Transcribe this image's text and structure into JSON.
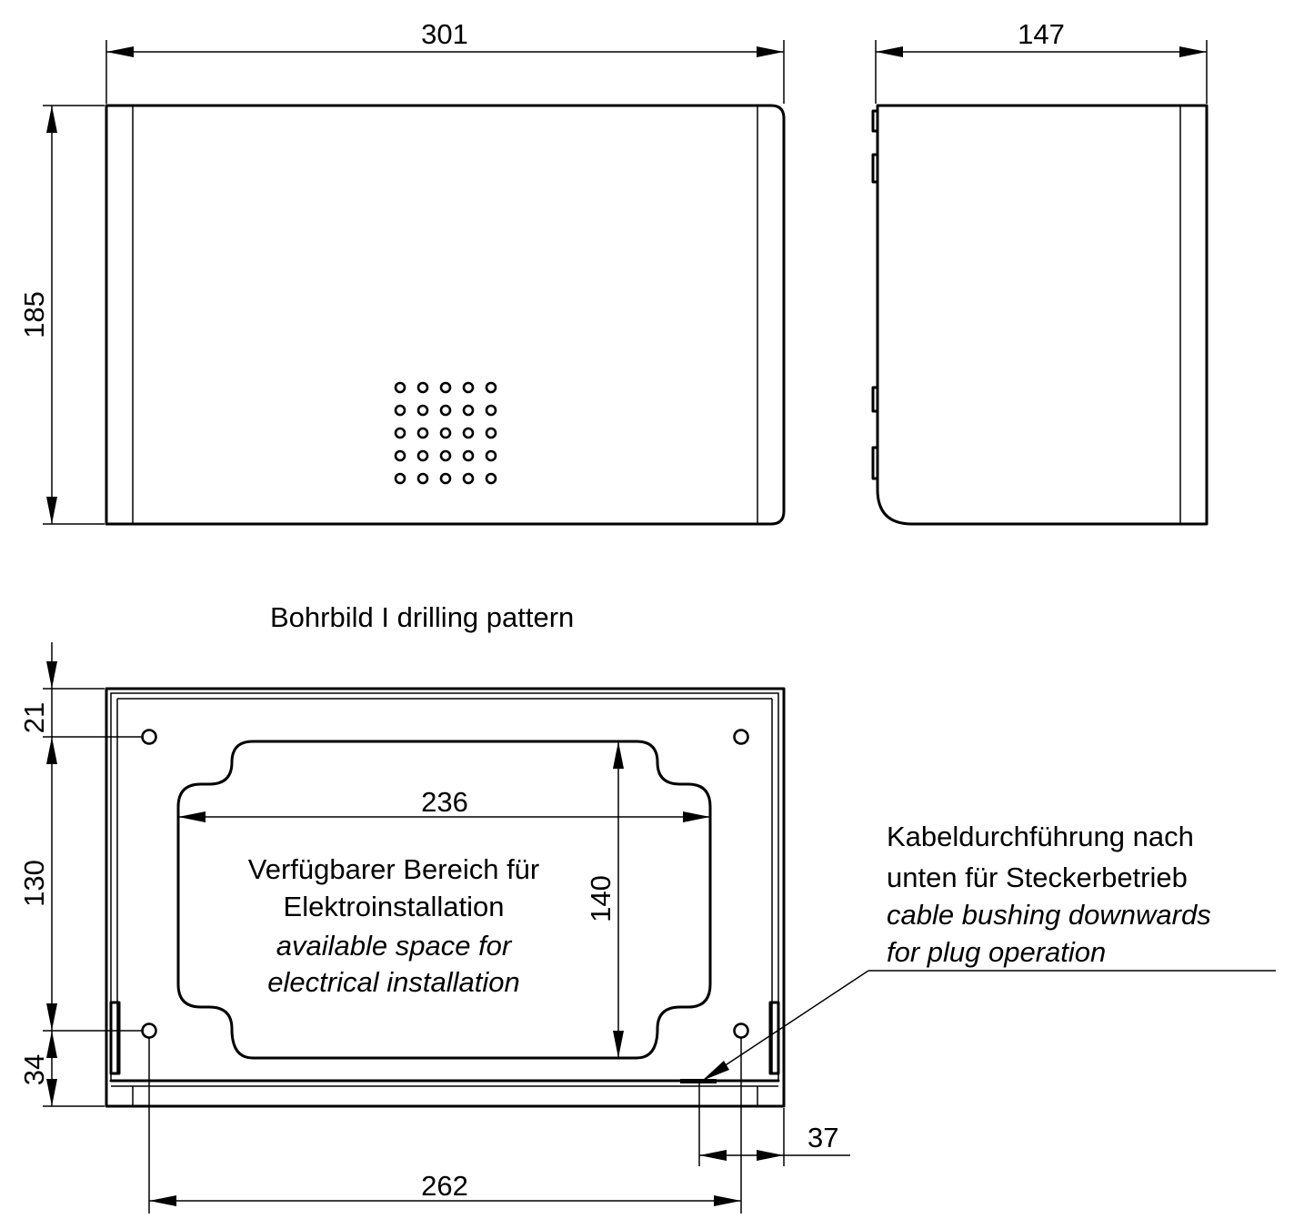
{
  "dimensions": {
    "front_width": "301",
    "front_height": "185",
    "side_depth": "147",
    "inner_width": "236",
    "inner_height": "140",
    "top_offset": "21",
    "hole_spacing_vertical": "130",
    "bottom_offset": "34",
    "hole_spacing_horizontal": "262",
    "bushing_offset": "37"
  },
  "drilling_pattern_title": "Bohrbild I drilling pattern",
  "area_label": {
    "de_line1": "Verfügbarer Bereich für",
    "de_line2": "Elektroinstallation",
    "en_line1": "available space for",
    "en_line2": "electrical installation"
  },
  "bushing_label": {
    "de_line1": "Kabeldurchführung nach",
    "de_line2": "unten für Steckerbetrieb",
    "en_line1": "cable bushing downwards",
    "en_line2": "for plug operation"
  }
}
